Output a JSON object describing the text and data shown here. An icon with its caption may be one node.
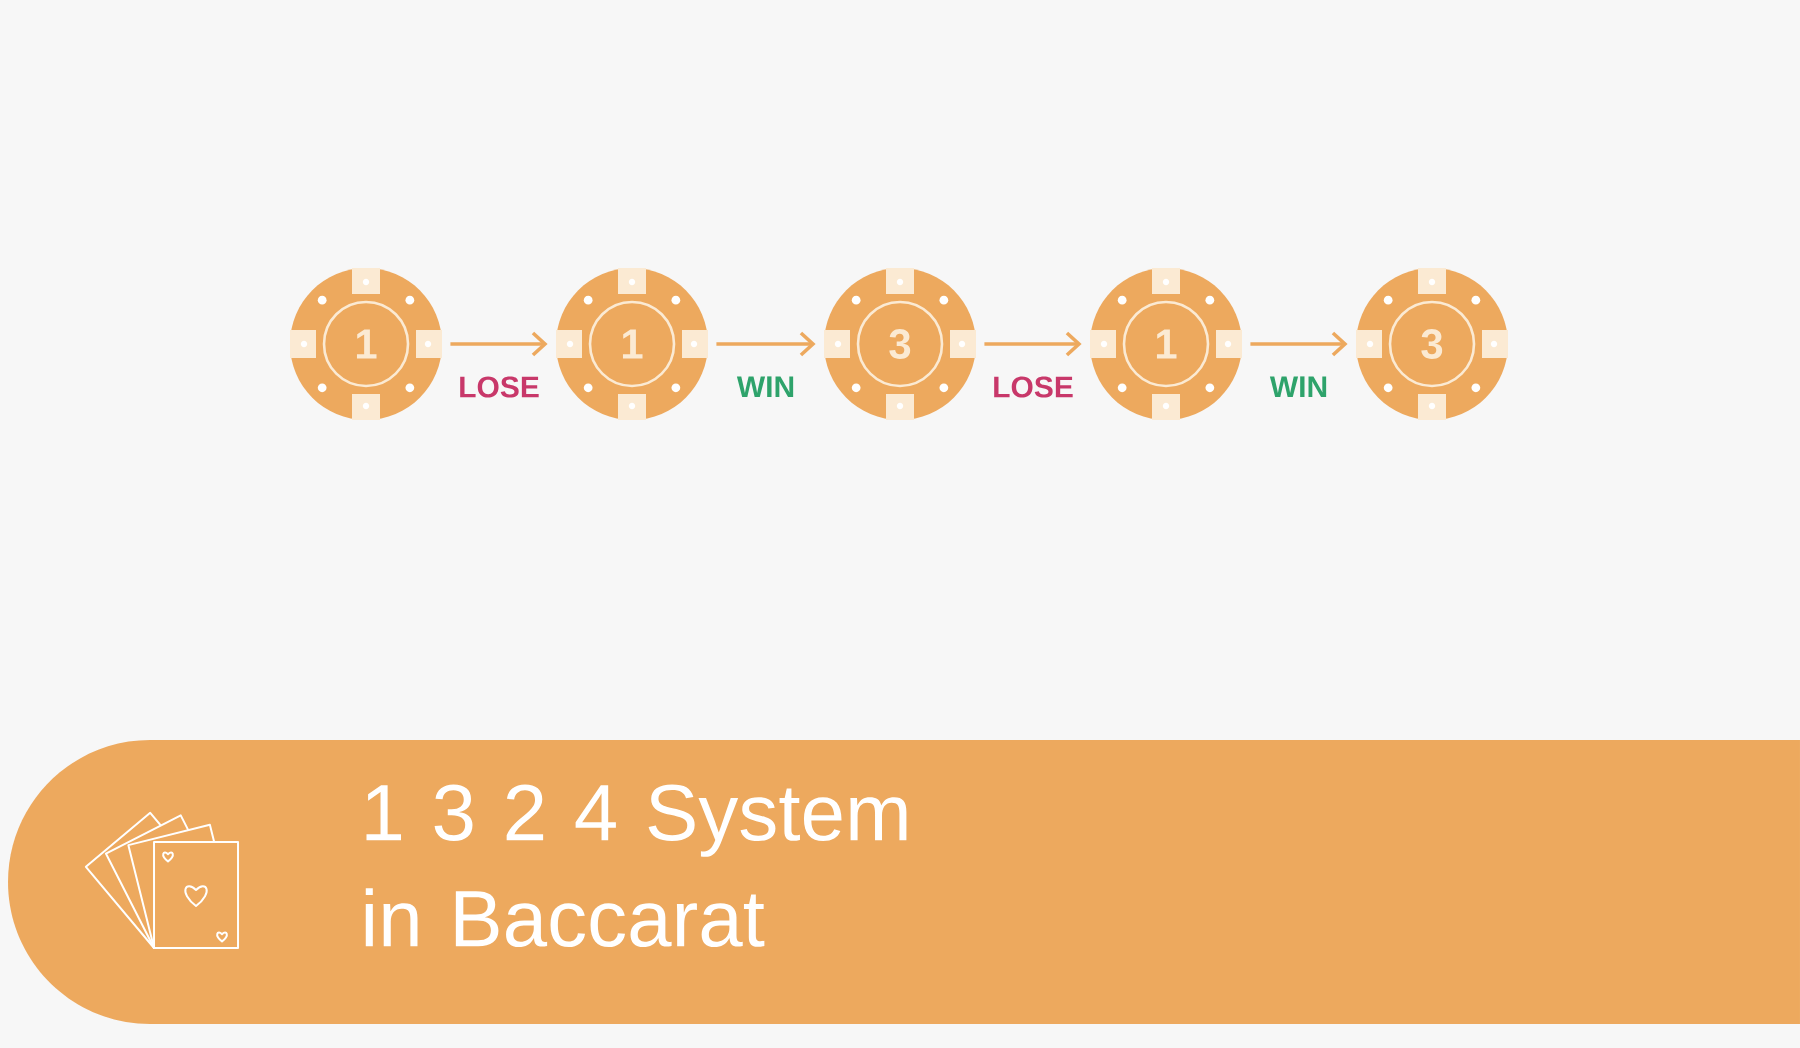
{
  "diagram": {
    "title": "1 3 2 4 System in Baccarat",
    "nodes": [
      {
        "text": [
          "1"
        ]
      },
      {
        "text": [
          "1"
        ]
      },
      {
        "text": [
          "3"
        ]
      },
      {
        "text": [
          "1"
        ]
      },
      {
        "text": [
          "3"
        ]
      }
    ],
    "edges": [
      {
        "from": 0,
        "to": 1,
        "arrow": "to",
        "label": "LOSE"
      },
      {
        "from": 1,
        "to": 2,
        "arrow": "to",
        "label": "WIN"
      },
      {
        "from": 2,
        "to": 3,
        "arrow": "to",
        "label": "LOSE"
      },
      {
        "from": 3,
        "to": 4,
        "arrow": "to",
        "label": "WIN"
      }
    ]
  }
}
